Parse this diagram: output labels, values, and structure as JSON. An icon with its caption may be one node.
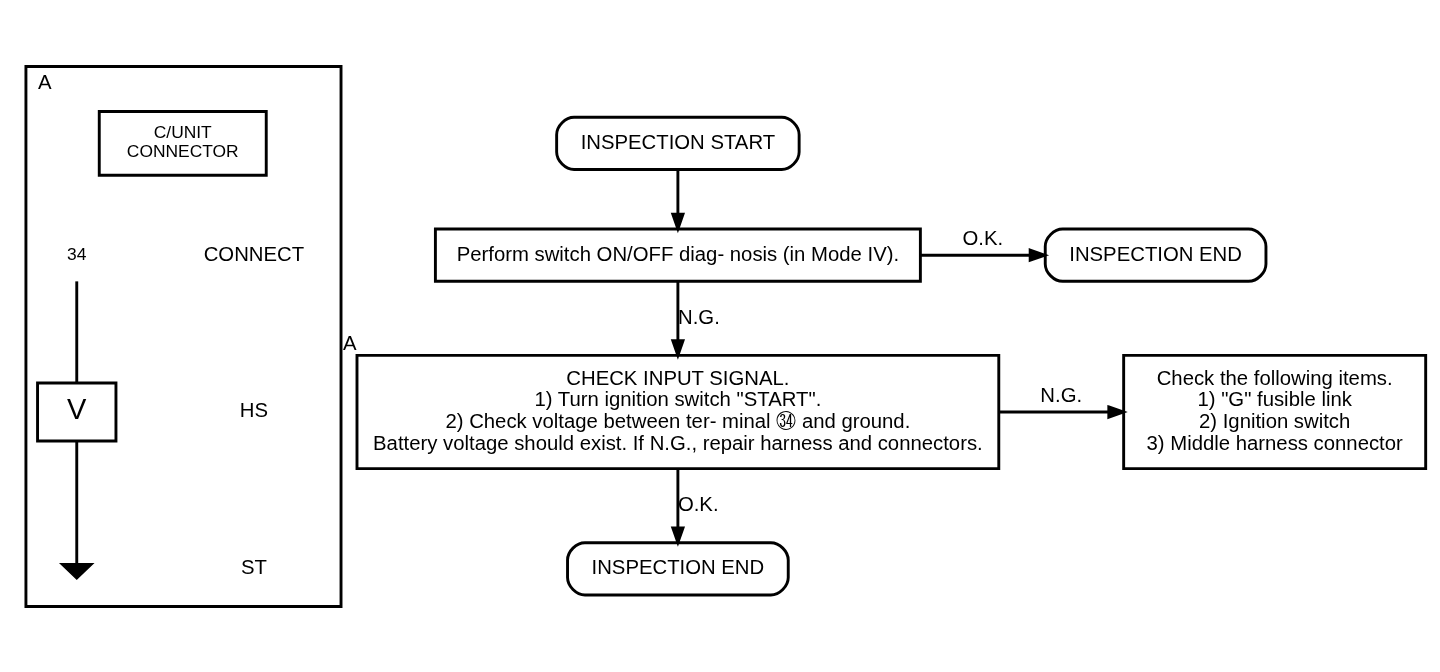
{
  "diagram": {
    "nodes": [
      {
        "text": [
          "A"
        ]
      },
      {
        "text": [
          "C/UNIT",
          "CONNECTOR"
        ],
        "in": 0
      },
      {
        "text": [
          "34"
        ],
        "in": 0
      },
      {
        "text": [
          "V"
        ],
        "in": 0
      },
      {
        "text": [],
        "shape": "ground",
        "in": 0
      },
      {
        "text": [
          "INSPECTION START"
        ]
      },
      {
        "text": [
          "Perform switch ON/OFF diag- nosis (in Mode IV)."
        ]
      },
      {
        "text": [
          "INSPECTION END"
        ]
      },
      {
        "text": [
          "CHECK INPUT SIGNAL.",
          "1) Turn ignition switch \"START\".",
          "2) Check voltage between ter- minal ㉞ and ground.",
          "Battery voltage should exist. If N.G., repair harness and connectors."
        ],
        "beside": [
          "A"
        ]
      },
      {
        "text": [
          "Check the following items.",
          "1) \"G\" fusible link",
          "2) Ignition switch",
          "3) Middle harness connector"
        ]
      },
      {
        "text": [
          "INSPECTION END"
        ]
      }
    ],
    "edges": [
      {
        "from": 2,
        "to": 3,
        "arrow": "none"
      },
      {
        "from": 3,
        "to": 4,
        "arrow": "none"
      },
      {
        "from": 5,
        "to": 6,
        "arrow": "to"
      },
      {
        "from": 6,
        "to": 7,
        "label": "O.K.",
        "arrow": "to"
      },
      {
        "from": 6,
        "to": 8,
        "label": "N.G.",
        "arrow": "to"
      },
      {
        "from": 8,
        "to": 9,
        "label": "N.G.",
        "arrow": "to"
      },
      {
        "from": 8,
        "to": 10,
        "label": "O.K.",
        "arrow": "to"
      }
    ],
    "labels": [
      "CONNECT",
      "HS",
      "ST"
    ]
  }
}
